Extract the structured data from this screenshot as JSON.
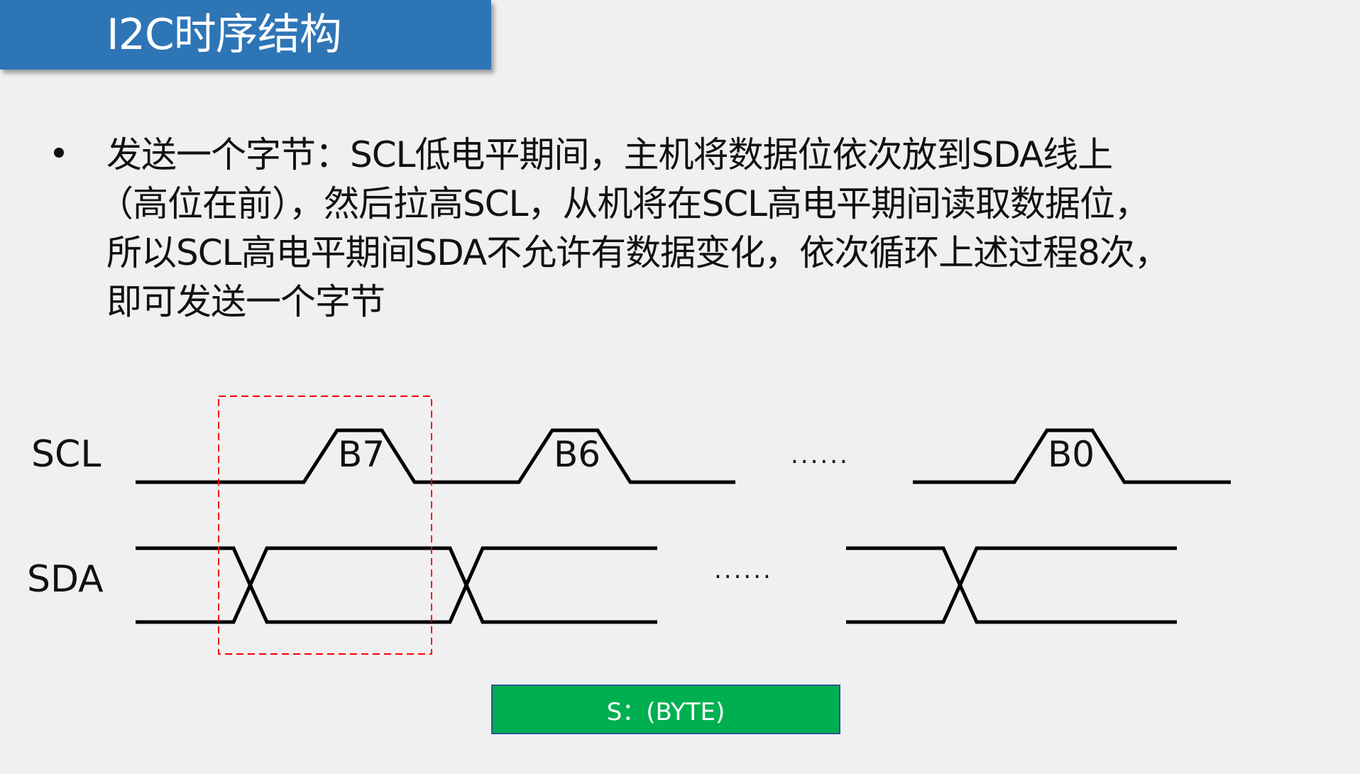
{
  "header": {
    "title": "I2C时序结构"
  },
  "bullet": {
    "lines": [
      "发送一个字节：SCL低电平期间，主机将数据位依次放到SDA线上",
      "（高位在前），然后拉高SCL，从机将在SCL高电平期间读取数据位，",
      "所以SCL高电平期间SDA不允许有数据变化，依次循环上述过程8次，",
      "即可发送一个字节"
    ]
  },
  "diagram": {
    "scl_label": "SCL",
    "sda_label": "SDA",
    "bits": [
      "B7",
      "B6",
      "B0"
    ],
    "scl_ellipsis": "......",
    "sda_ellipsis": "......",
    "highlight_color": "#ff0000",
    "line_color": "#000000"
  },
  "footer_box": {
    "label": "S：(BYTE)",
    "color": "#00af50"
  }
}
